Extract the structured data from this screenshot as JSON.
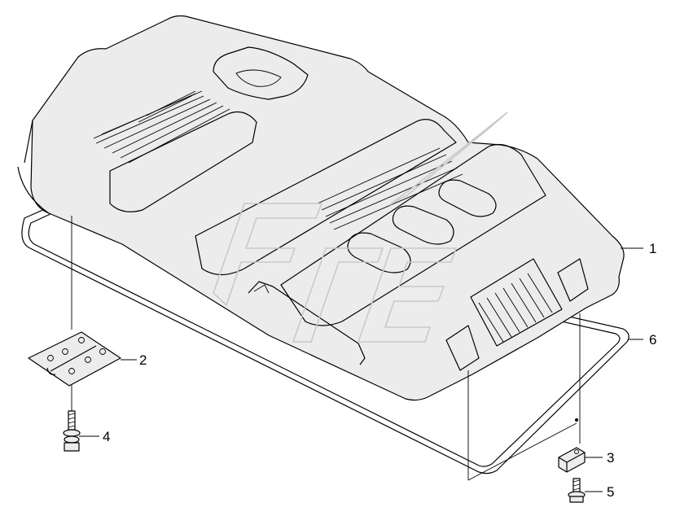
{
  "callouts": [
    {
      "id": "1",
      "label": "1"
    },
    {
      "id": "2",
      "label": "2"
    },
    {
      "id": "3",
      "label": "3"
    },
    {
      "id": "4",
      "label": "4"
    },
    {
      "id": "5",
      "label": "5"
    },
    {
      "id": "6",
      "label": "6"
    }
  ],
  "colors": {
    "line": "#000000",
    "fill": "#ececec",
    "watermark": "#c9c9c9"
  }
}
